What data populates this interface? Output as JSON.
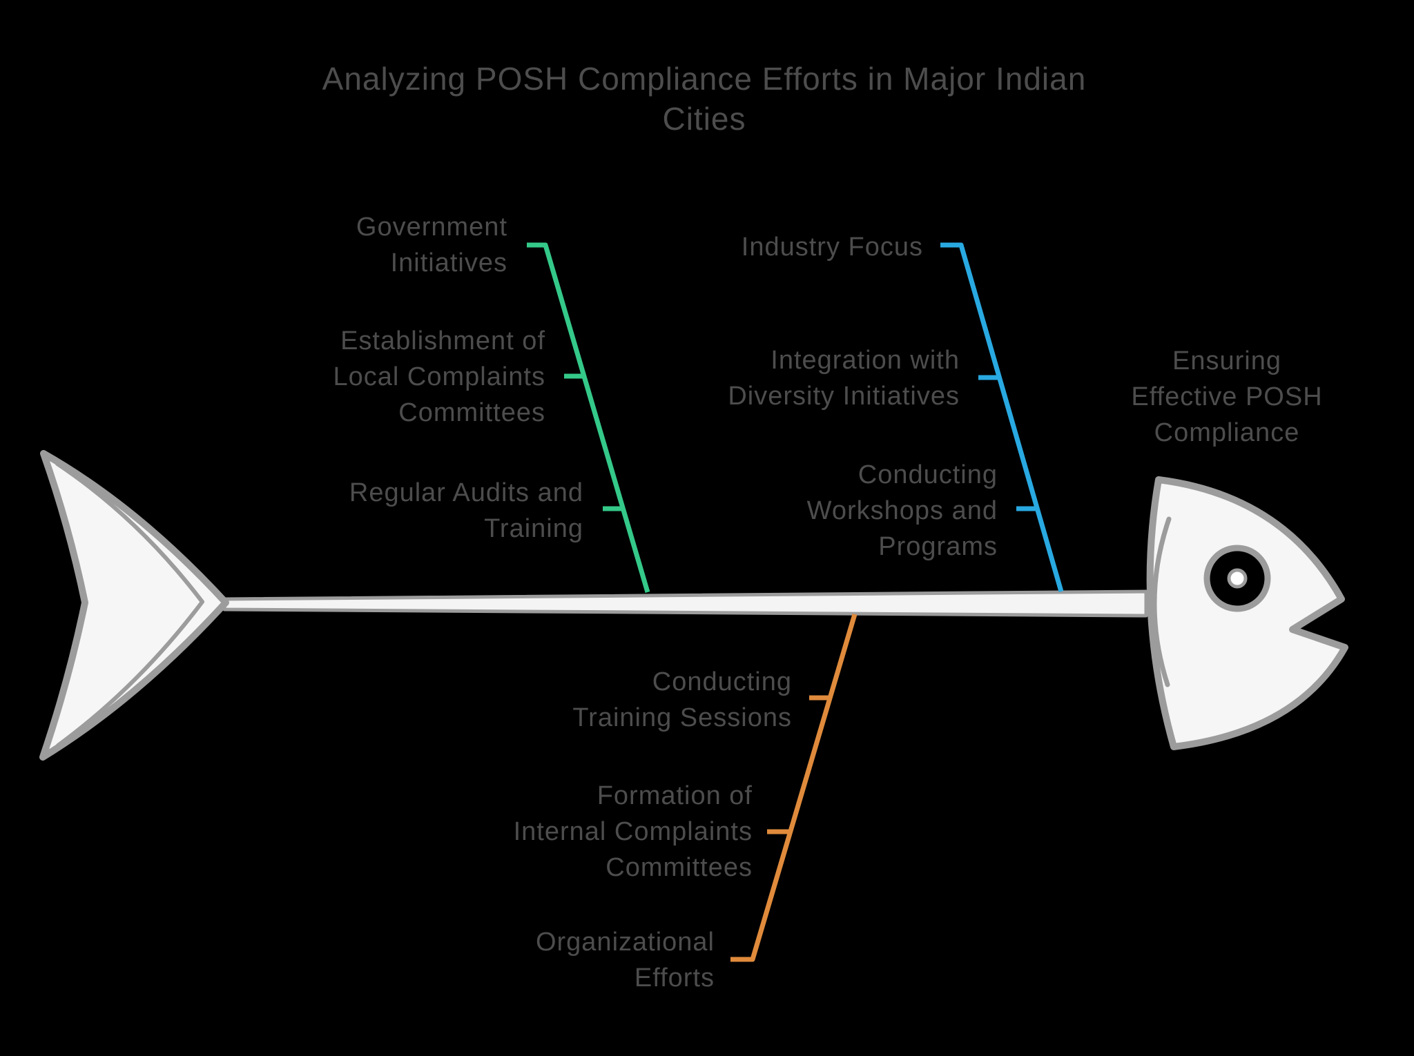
{
  "title": "Analyzing POSH Compliance Efforts in Major Indian\nCities",
  "effect": "Ensuring\nEffective POSH\nCompliance",
  "colors": {
    "green_branch": "#34c989",
    "blue_branch": "#29a9e1",
    "orange_branch": "#e08b3c",
    "text": "#4d4d4d",
    "bone_outline": "#9c9c9c",
    "bone_fill": "#f6f6f6"
  },
  "branches": [
    {
      "id": "government-initiatives",
      "color": "#34c989",
      "category": "Government\nInitiatives",
      "causes": [
        "Establishment of\nLocal Complaints\nCommittees",
        "Regular Audits and\nTraining"
      ]
    },
    {
      "id": "industry-focus",
      "color": "#29a9e1",
      "category": "Industry Focus",
      "causes": [
        "Integration with\nDiversity Initiatives",
        "Conducting\nWorkshops and\nPrograms"
      ]
    },
    {
      "id": "organizational-efforts",
      "color": "#e08b3c",
      "category": "Organizational\nEfforts",
      "causes": [
        "Conducting\nTraining Sessions",
        "Formation of\nInternal Complaints\nCommittees"
      ]
    }
  ]
}
